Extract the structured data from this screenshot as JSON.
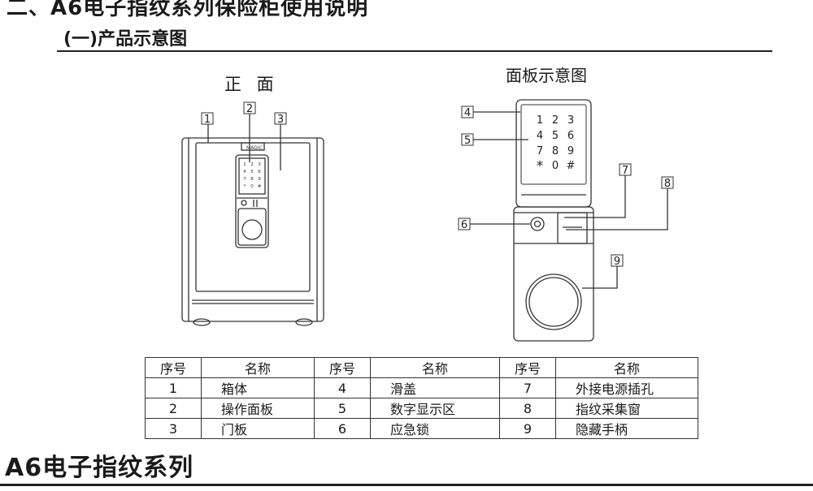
{
  "section_title": "二、A6电子指纹系列保险柜使用说明",
  "sub_title": "(一)产品示意图",
  "front_view_label": "正  面",
  "panel_view_label": "面板示意图",
  "callouts": [
    "1",
    "2",
    "3",
    "4",
    "5",
    "6",
    "7",
    "8",
    "9"
  ],
  "safe_brand": "MAGIC",
  "keypad_keys": [
    "1",
    "2",
    "3",
    "4",
    "5",
    "6",
    "7",
    "8",
    "9",
    "*",
    "0",
    "#"
  ],
  "table": {
    "headers": [
      "序号",
      "名称",
      "序号",
      "名称",
      "序号",
      "名称"
    ],
    "rows": [
      [
        "1",
        "箱体",
        "4",
        "滑盖",
        "7",
        "外接电源插孔"
      ],
      [
        "2",
        "操作面板",
        "5",
        "数字显示区",
        "8",
        "指纹采集窗"
      ],
      [
        "3",
        "门板",
        "6",
        "应急锁",
        "9",
        "隐藏手柄"
      ]
    ]
  },
  "footer_title": "A6电子指纹系列"
}
